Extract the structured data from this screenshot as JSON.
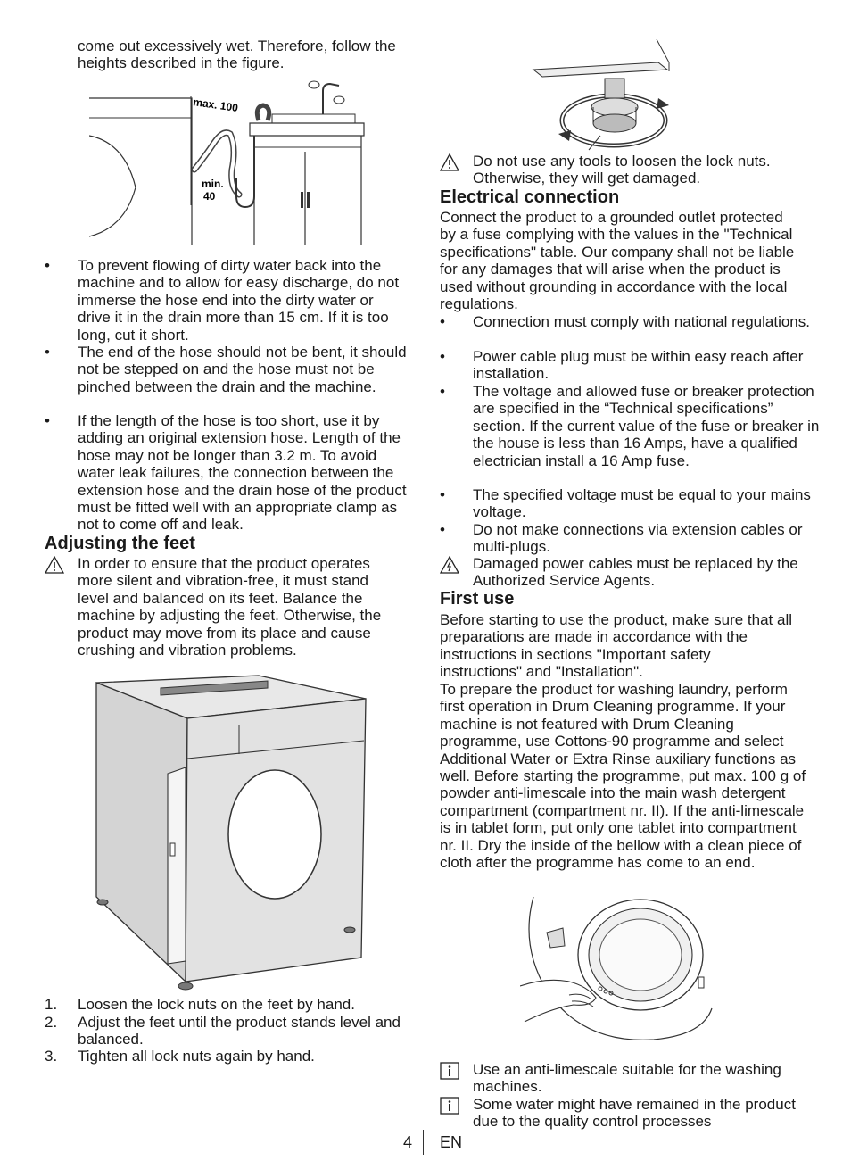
{
  "left": {
    "intro": "come out excessively wet. Therefore, follow the heights described in the figure.",
    "fig_hose": {
      "max_label": "max. 100",
      "min_label": "min.",
      "min_value": "40"
    },
    "bullets": [
      "To prevent flowing of dirty water back into the machine and to allow for easy discharge, do not immerse the hose end into the dirty water or drive it in the drain more than 15 cm. If it is too long, cut it short.",
      "The end of the hose should not be bent, it should not be stepped on and the hose must not be pinched between the drain and the machine.",
      "If the length of the hose is too short, use it by adding an original extension hose. Length of the hose may not be longer than 3.2 m. To avoid water leak failures, the connection between the extension hose and the drain hose of the product must be fitted well with an appropriate clamp as not to come off and leak."
    ],
    "adjust_heading": "Adjusting the feet",
    "adjust_warning": "In order to ensure that the product operates more silent and vibration-free, it must stand level and balanced on its feet.  Balance the machine by adjusting the feet. Otherwise, the product may move from its place and cause crushing and vibration problems.",
    "steps": [
      {
        "num": "1.",
        "text": "Loosen the lock nuts on the feet by hand."
      },
      {
        "num": "2.",
        "text": "Adjust the feet until the product stands level and balanced."
      },
      {
        "num": "3.",
        "text": "Tighten all lock nuts again by hand."
      }
    ]
  },
  "right": {
    "tools_warning": "Do not use any tools to loosen the lock nuts. Otherwise, they will get damaged.",
    "elec_heading": "Electrical connection",
    "elec_text": "Connect the product to a grounded outlet protected by a fuse complying with the values in the \"Technical specifications\" table. Our company shall not be liable for any damages that will arise when the product is used without grounding in accordance with the local regulations.",
    "elec_bullets": [
      "Connection must comply with national regulations.",
      "Power cable plug must be within easy reach after installation.",
      "The voltage and allowed fuse or breaker protection are specified in the “Technical specifications” section. If the current value of the fuse or breaker in the house is less than 16 Amps, have a qualified electrician install a 16 Amp fuse.",
      "The specified voltage must be equal to your mains voltage.",
      "Do not make connections via extension cables or multi-plugs."
    ],
    "cable_warning": "Damaged power cables must be replaced by the Authorized Service Agents.",
    "first_heading": "First use",
    "first_p1": "Before starting to use the product, make sure that all preparations are made in accordance with the instructions in sections \"Important safety instructions\" and \"Installation\".",
    "first_p2": "To prepare the product for washing laundry, perform first operation in Drum Cleaning programme. If your machine is not featured with Drum Cleaning programme, use Cottons-90 programme and select Additional Water or Extra Rinse auxiliary functions as well. Before starting the programme, put max. 100 g of powder anti-limescale into the main wash detergent compartment (compartment nr. II). If the anti-limescale is in tablet form, put only one tablet into compartment nr. II. Dry the inside of the bellow with a clean piece of cloth after the programme has come to an end.",
    "info1": "Use an anti-limescale suitable for the washing machines.",
    "info2": "Some water might have remained in the product due to the quality control processes"
  },
  "footer": {
    "page_number": "4",
    "language": "EN"
  }
}
